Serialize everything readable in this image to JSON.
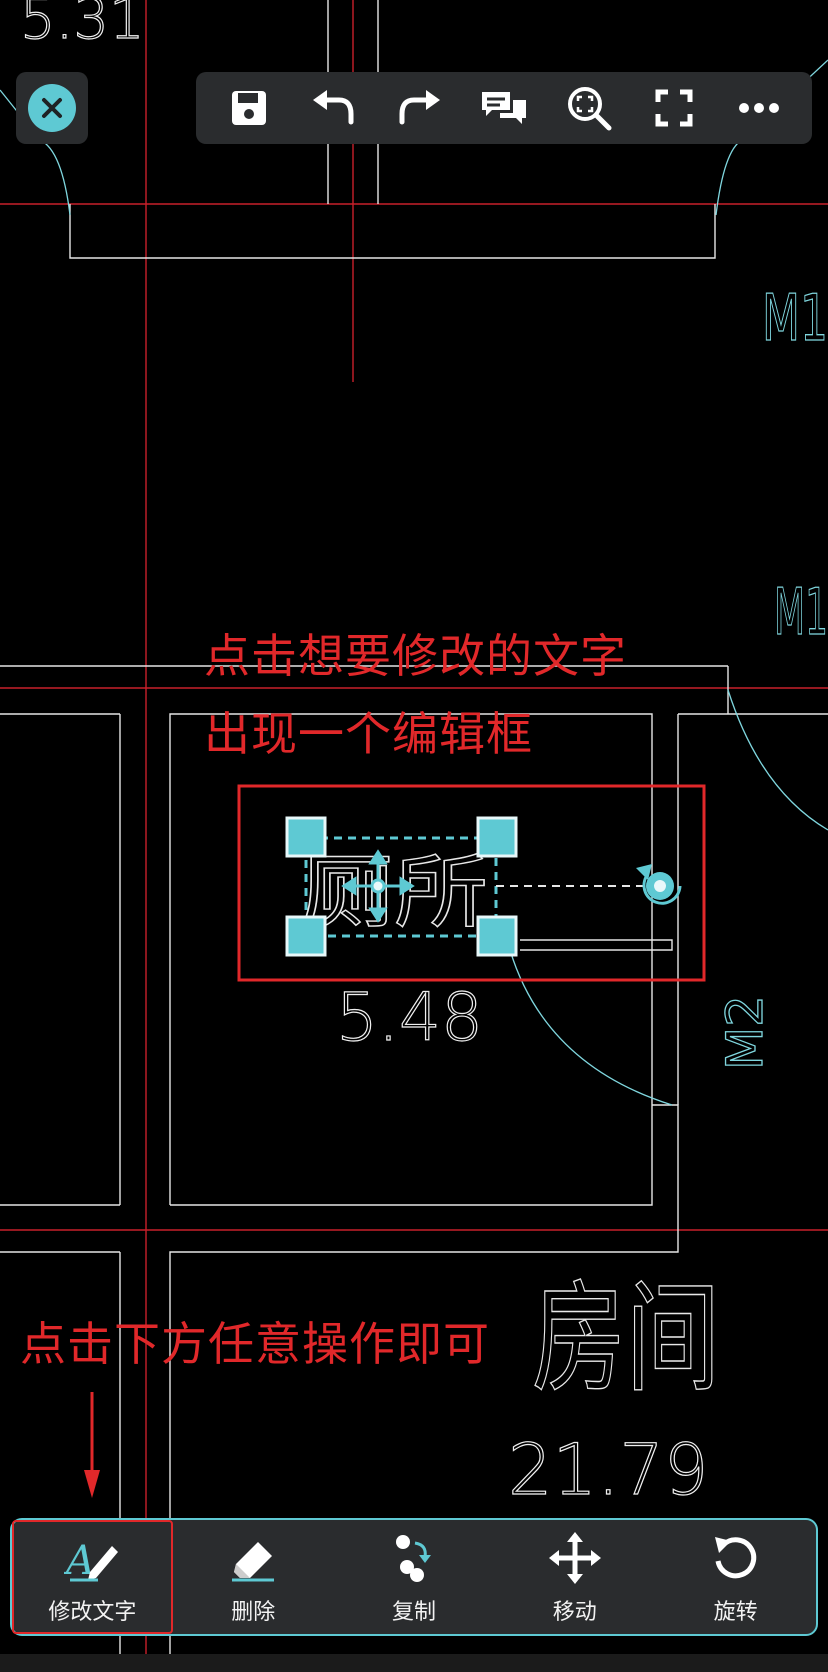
{
  "drawing": {
    "texts": {
      "top_area": "5.31",
      "room1_name": "厕所",
      "room1_area": "5.48",
      "room2_name": "房间",
      "room2_area": "21.79",
      "door_m1_upper": "M1",
      "door_m1_lower": "M1",
      "door_m2": "M2"
    }
  },
  "top_toolbar": {
    "close": {
      "icon": "close-icon"
    },
    "buttons": [
      {
        "icon": "save-icon"
      },
      {
        "icon": "undo-icon"
      },
      {
        "icon": "redo-icon"
      },
      {
        "icon": "comment-icon"
      },
      {
        "icon": "zoom-extents-icon"
      },
      {
        "icon": "fullscreen-icon"
      },
      {
        "icon": "more-icon"
      }
    ]
  },
  "annotations": {
    "line1": "点击想要修改的文字",
    "line2": "出现一个编辑框",
    "line3": "点击下方任意操作即可"
  },
  "bottom_toolbar": {
    "items": [
      {
        "label": "修改文字",
        "icon": "edit-text-icon"
      },
      {
        "label": "删除",
        "icon": "eraser-icon"
      },
      {
        "label": "复制",
        "icon": "copy-icon"
      },
      {
        "label": "移动",
        "icon": "move-icon"
      },
      {
        "label": "旋转",
        "icon": "rotate-icon"
      }
    ]
  },
  "colors": {
    "background": "#000000",
    "axis_lines": "#c8202a",
    "walls": "#e6e6e6",
    "door_arcs": "#7fd6de",
    "accent": "#5ec9d3",
    "annotation": "#e1282a",
    "toolbar_bg": "#2a2c2e"
  }
}
